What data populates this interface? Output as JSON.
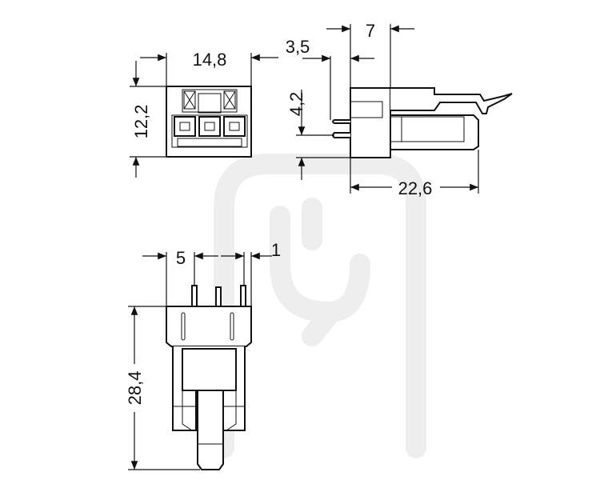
{
  "drawing": {
    "front_view": {
      "width": "14,8",
      "height": "12,2"
    },
    "side_view": {
      "depth_top": "7",
      "pin_offset": "3,5",
      "pin_height": "4,2",
      "length": "22,6"
    },
    "bottom_view": {
      "pitch": "5",
      "pin_edge": "1",
      "length": "28,4"
    }
  },
  "colors": {
    "line": "#111111",
    "watermark": "#eeeeee"
  }
}
